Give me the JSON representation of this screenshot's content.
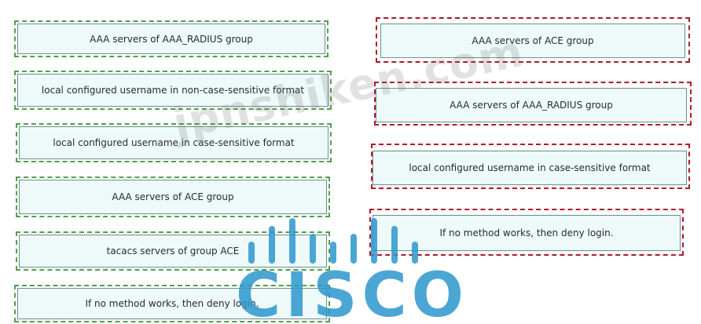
{
  "left_items": [
    {
      "label": "AAA servers of AAA_RADIUS group"
    },
    {
      "label": "local configured username in non-case-sensitive format"
    },
    {
      "label": "local configured username in case-sensitive format"
    },
    {
      "label": "AAA servers of ACE group"
    },
    {
      "label": "tacacs servers of group ACE"
    },
    {
      "label": "If no method works, then deny login."
    }
  ],
  "right_items": [
    {
      "label": "AAA servers of ACE group"
    },
    {
      "label": "AAA servers of AAA_RADIUS group"
    },
    {
      "label": "local configured username in case-sensitive format"
    },
    {
      "label": "If no method works, then deny login."
    }
  ],
  "watermark": {
    "site": "jpnshiken.com",
    "logo_word": "CISCO"
  },
  "colors": {
    "item_fill": "#eefafa",
    "left_slot_border": "#4fa04a",
    "right_slot_border": "#b0182a",
    "logo": "#2b96cd"
  }
}
